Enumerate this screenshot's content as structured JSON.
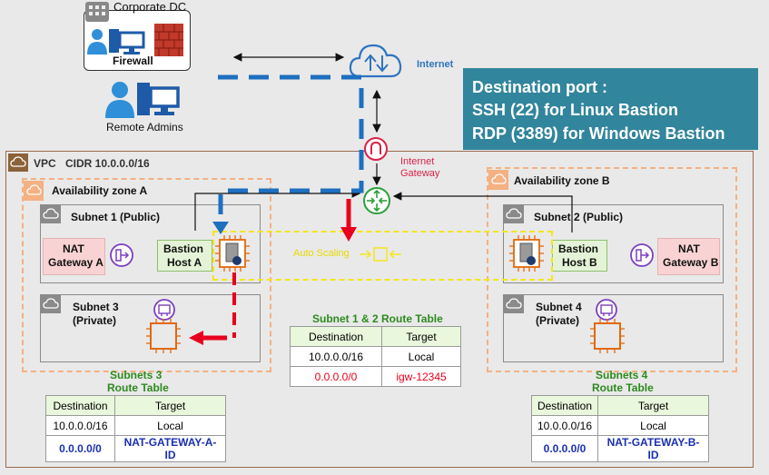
{
  "corporate_dc": {
    "label": "Corporate DC",
    "firewall_label": "Firewall"
  },
  "remote_admins": {
    "label": "Remote Admins"
  },
  "internet": {
    "label": "Internet"
  },
  "internet_gateway": {
    "label_line1": "Internet",
    "label_line2": "Gateway"
  },
  "callout": {
    "line1": "Destination port :",
    "line2": "SSH (22) for Linux Bastion",
    "line3": "RDP (3389) for Windows Bastion"
  },
  "vpc": {
    "label": "VPC",
    "cidr": "CIDR 10.0.0.0/16"
  },
  "az_a": {
    "label": "Availability zone A",
    "subnet_public": {
      "label": "Subnet 1 (Public)"
    },
    "nat": {
      "line1": "NAT",
      "line2": "Gateway A"
    },
    "bastion": {
      "line1": "Bastion",
      "line2": "Host A"
    },
    "subnet_private": {
      "line1": "Subnet 3",
      "line2": "(Private)"
    }
  },
  "az_b": {
    "label": "Availability zone B",
    "subnet_public": {
      "label": "Subnet 2 (Public)"
    },
    "nat": {
      "line1": "NAT",
      "line2": "Gateway B"
    },
    "bastion": {
      "line1": "Bastion",
      "line2": "Host B"
    },
    "subnet_private": {
      "line1": "Subnet 4",
      "line2": "(Private)"
    }
  },
  "auto_scaling": {
    "label": "Auto Scaling"
  },
  "route_table_public": {
    "title": "Subnet 1 & 2  Route Table",
    "headers": [
      "Destination",
      "Target"
    ],
    "rows": [
      [
        "10.0.0.0/16",
        "Local"
      ],
      [
        "0.0.0.0/0",
        "igw-12345"
      ]
    ]
  },
  "route_table_3": {
    "title_line1": "Subnets 3",
    "title_line2": "Route Table",
    "headers": [
      "Destination",
      "Target"
    ],
    "rows": [
      [
        "10.0.0.0/16",
        "Local"
      ],
      [
        "0.0.0.0/0",
        "NAT-GATEWAY-A-ID"
      ]
    ]
  },
  "route_table_4": {
    "title_line1": "Subnets 4",
    "title_line2": "Route Table",
    "headers": [
      "Destination",
      "Target"
    ],
    "rows": [
      [
        "10.0.0.0/16",
        "Local"
      ],
      [
        "0.0.0.0/0",
        "NAT-GATEWAY-B-ID"
      ]
    ]
  },
  "colors": {
    "vpc_border": "#9b6a4f",
    "az_border": "#f4b183",
    "subnet_border": "#8a8a8a",
    "callout_bg": "#31859c",
    "internet_blue": "#2f74c0",
    "route_green": "#2d8a1e",
    "dash_blue": "#1f6fc0",
    "arrow_red": "#e8001c",
    "auto_scaling_yellow": "#f4e61a",
    "ec2_orange": "#e26a0c",
    "nat_red": "#d9234a",
    "igw_green": "#2e9e3a",
    "purple": "#7b3fbf"
  }
}
